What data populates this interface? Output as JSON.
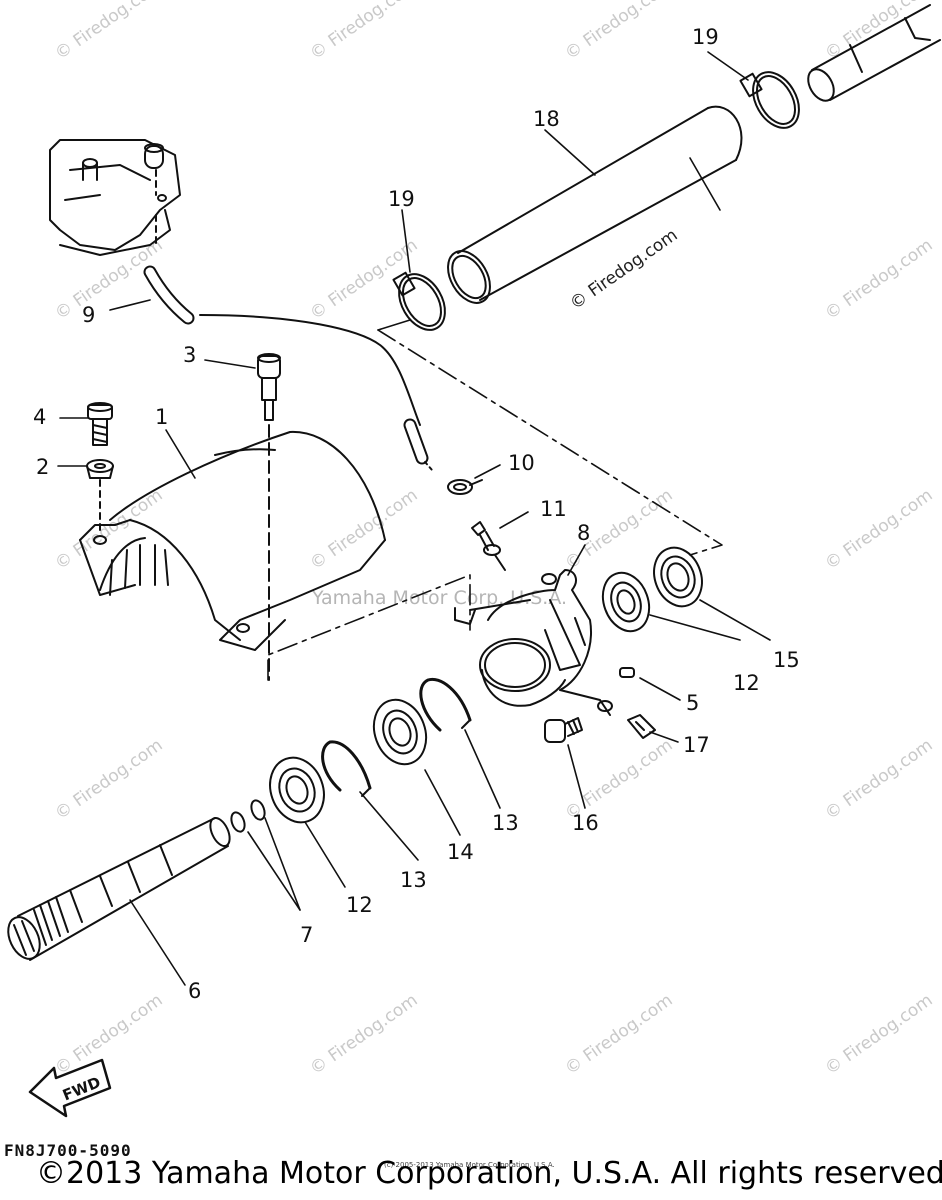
{
  "callouts": {
    "p1": "1",
    "p2": "2",
    "p3": "3",
    "p4": "4",
    "p5": "5",
    "p6": "6",
    "p7": "7",
    "p8": "8",
    "p9": "9",
    "p10": "10",
    "p11": "11",
    "p12a": "12",
    "p12b": "12",
    "p13a": "13",
    "p13b": "13",
    "p14": "14",
    "p15": "15",
    "p16": "16",
    "p17": "17",
    "p18": "18",
    "p19a": "19",
    "p19b": "19"
  },
  "watermark": {
    "text": "© Firedog.com",
    "overlay": "Yamaha Motor Corp. U.S.A."
  },
  "fwd_label": "FWD",
  "part_code": "FN8J700-5090",
  "copyright_small": "(c) 2005-2013 Yamaha Motor Corporation, U.S.A.",
  "copyright": "©2013 Yamaha Motor Corporation, U.S.A. All rights reserved.",
  "colors": {
    "ink": "#111111",
    "watermark": "#c9c9c9",
    "background": "#ffffff"
  }
}
